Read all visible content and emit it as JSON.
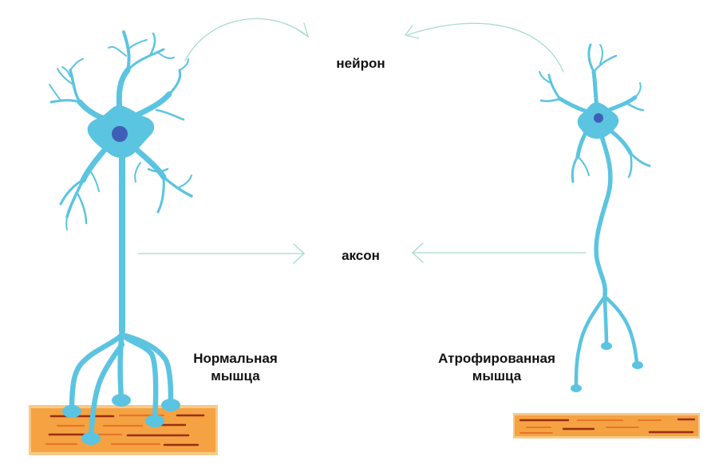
{
  "labels": {
    "neuron": "нейрон",
    "axon": "аксон",
    "normal_muscle_line1": "Нормальная",
    "normal_muscle_line2": "мышца",
    "atrophied_muscle_line1": "Атрофированная",
    "atrophied_muscle_line2": "мышца"
  },
  "colors": {
    "neuron": "#5bc4e0",
    "nucleus": "#3f5fb6",
    "muscle": "#f5a243",
    "muscle_edge": "#f8c987",
    "fiber_dark": "#9a2d12",
    "fiber_light": "#e8752a",
    "arrow": "#a8d9cf"
  }
}
